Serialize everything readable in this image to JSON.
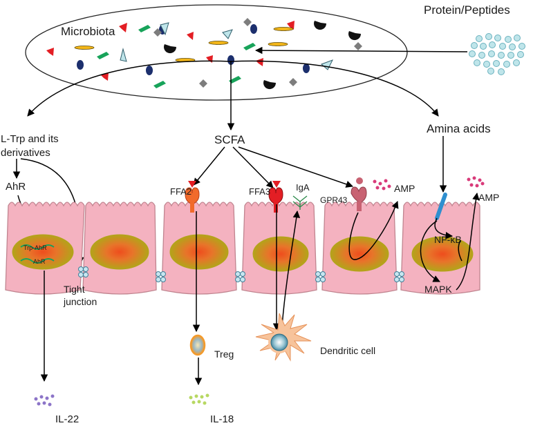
{
  "labels": {
    "microbiota": "Microbiota",
    "protein_peptides": "Protein/Peptides",
    "trp_line1": "L-Trp and its",
    "trp_line2": "derivatives",
    "scfa": "SCFA",
    "amino_acids": "Amina acids",
    "ahr": "AhR",
    "trp_ahr": "Trp-AhR",
    "ahr_inner": "AhR",
    "ffa2": "FFA2",
    "ffa3": "FFA3",
    "iga": "IgA",
    "gpr43": "GPR43",
    "amp_1": "AMP",
    "amp_2": "AMP",
    "nfkb": "NF-κB",
    "mapk": "MAPK",
    "tight_junction_line1": "Tight",
    "tight_junction_line2": "junction",
    "treg": "Treg",
    "dendritic_cell": "Dendritic cell",
    "il22": "IL-22",
    "il18": "IL-18"
  },
  "colors": {
    "cell_body": "#f4b2c0",
    "cell_outline": "#c0848f",
    "nucleus_outer": "#b3a41a",
    "nucleus_core": "#ee4d1d",
    "receptor_red": "#e31e24",
    "receptor_orange": "#f16a2b",
    "gpr43": "#c86272",
    "peptide": "#bfe5ea",
    "tlr": "#2f8fcf"
  }
}
